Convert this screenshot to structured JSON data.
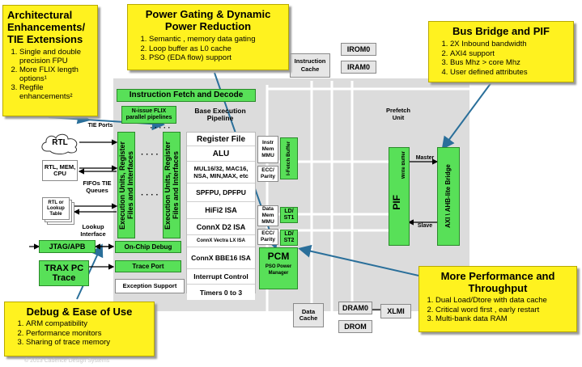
{
  "notes": {
    "arch": {
      "title": "Architectural Enhancements/ TIE Extensions",
      "items": [
        "Single and double precision FPU",
        "More FLIX length options¹",
        "Regfile enhancements²"
      ]
    },
    "power": {
      "title": "Power Gating & Dynamic Power Reduction",
      "items": [
        "Semantic , memory data gating",
        "Loop buffer as L0 cache",
        "PSO (EDA flow) support"
      ]
    },
    "bus": {
      "title": "Bus Bridge and PIF",
      "items": [
        "2X Inbound bandwidth",
        "AXI4 support",
        "Bus Mhz > core Mhz",
        "User defined attributes"
      ]
    },
    "perf": {
      "title": "More Performance and Throughput",
      "items": [
        "Dual Load/Dtore with data cache",
        "Critical word first , early restart",
        "Multi-bank data RAM"
      ]
    },
    "debug": {
      "title": "Debug & Ease of Use",
      "items": [
        "ARM compatibility",
        "Performance monitors",
        "Sharing of trace memory"
      ]
    }
  },
  "blocks": {
    "instruction_cache": "Instruction Cache",
    "irom": "IROM0",
    "iram": "IRAM0",
    "ifetch": "Instruction Fetch and Decode",
    "nissue": "N-issue FLIX parallel pipelines",
    "base_pipeline": "Base Execution Pipeline",
    "register_file": "Register File",
    "alu": "ALU",
    "mul": "MUL16/32, MAC16, NSA, MIN,MAX, etc",
    "spfpu": "SPFPU, DPFPU",
    "hifi": "HiFi2 ISA",
    "connx_d2": "ConnX D2 ISA",
    "connx_vectra": "ConnX Vectra LX ISA",
    "connx_bbe": "ConnX BBE16 ISA",
    "interrupt": "Interrupt Control",
    "timers": "Timers 0 to 3",
    "instr_mmu": "Instr Mem MMU",
    "ecc1": "ECC/ Parity",
    "data_mmu": "Data Mem MMU",
    "ecc2": "ECC/ Parity",
    "ifetch_buffer": "I-Fetch Buffer",
    "ldst1": "LD/ ST1",
    "ldst2": "LD/ ST2",
    "pcm": "PCM",
    "pso": "PSO Power Manager",
    "exec_units": "Execution Units, Register Files and Interfaces",
    "tie_ports": "TIE Ports",
    "rtl": "RTL",
    "rtl_mem": "RTL, MEM, CPU",
    "fifos": "FIFOs TIE Queues",
    "rtl_lookup": "RTL or Lookup Table",
    "lookup_iface": "Lookup Interface",
    "jtag": "JTAG/APB",
    "onchip_debug": "On-Chip Debug",
    "trax": "TRAX PC Trace",
    "trace_port": "Trace Port",
    "exception": "Exception Support",
    "prefetch": "Prefetch Unit",
    "pif": "PIF",
    "write_buffer": "Write Buffer",
    "master": "Master",
    "slave": "Slave",
    "axi": "AXI \\ AHB-lite Bridge",
    "data_cache": "Data Cache",
    "dram": "DRAM0",
    "drom": "DROM",
    "xlmi": "XLMI",
    "dots": "· · · · ·",
    "dots2": "· · · ·"
  },
  "footer": "© 2013 Cadence Design Systems"
}
